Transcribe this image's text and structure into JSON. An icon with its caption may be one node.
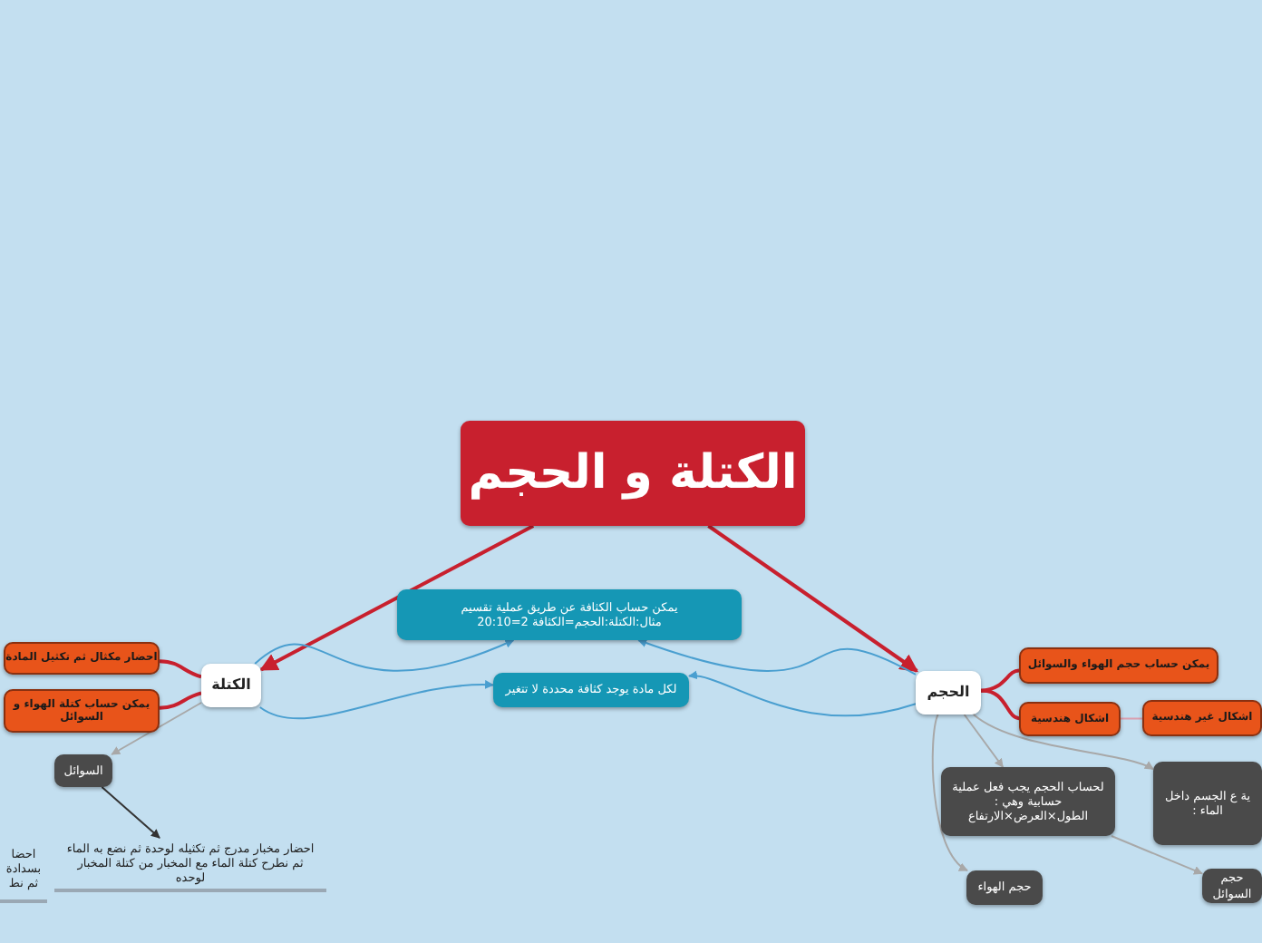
{
  "diagram": {
    "nodes": [
      {
        "text": [
          "الكتلة و الحجم"
        ]
      },
      {
        "text": [
          "الكتلة"
        ]
      },
      {
        "text": [
          "الحجم"
        ]
      },
      {
        "text": [
          "يمكن حساب الكثافة عن طريق عملية تقسيم مثال:الكتلة:الحجم=الكثافة 2=20:10"
        ]
      },
      {
        "text": [
          "لكل مادة يوجد كثافة محددة لا تتغير"
        ]
      },
      {
        "text": [
          "احضار مكثال ثم تكثيل المادة"
        ]
      },
      {
        "text": [
          "يمكن حساب كتلة الهواء و السوائل"
        ]
      },
      {
        "text": [
          "السوائل"
        ]
      },
      {
        "text": [
          "احضار مخبار مدرج ثم تكثيله لوحدة ثم نضع به الماء ثم نطرح كتلة الماء مع المخبار من كتلة المخبار لوحده"
        ]
      },
      {
        "text": [
          "احضا بسدادة ثم نط"
        ]
      },
      {
        "text": [
          "يمكن حساب حجم الهواء والسوائل"
        ]
      },
      {
        "text": [
          "اشكال هندسية"
        ]
      },
      {
        "text": [
          "اشكال غير هندسية"
        ]
      },
      {
        "text": [
          "لحساب الحجم يجب فعل عملية حسابية وهي : الطول×العرض×الارتفاع"
        ]
      },
      {
        "text": [
          "حجم الهواء"
        ]
      },
      {
        "text": [
          "ية ع الجسم داخل الماء :"
        ]
      },
      {
        "text": [
          "حجم السوائل"
        ]
      }
    ],
    "edges": [
      {
        "from": 0,
        "to": 1,
        "arrow": "to",
        "color": "#c8202e"
      },
      {
        "from": 0,
        "to": 2,
        "arrow": "to",
        "color": "#c8202e"
      },
      {
        "from": 1,
        "to": 5,
        "arrow": "none",
        "color": "#c8202e"
      },
      {
        "from": 1,
        "to": 6,
        "arrow": "none",
        "color": "#c8202e"
      },
      {
        "from": 2,
        "to": 10,
        "arrow": "none",
        "color": "#c8202e"
      },
      {
        "from": 2,
        "to": 11,
        "arrow": "none",
        "color": "#c8202e"
      },
      {
        "from": 11,
        "to": 12,
        "arrow": "none",
        "color": "#d9a0b0"
      },
      {
        "from": 1,
        "to": 3,
        "arrow": "to",
        "color": "#4a9fd0"
      },
      {
        "from": 2,
        "to": 3,
        "arrow": "to",
        "color": "#4a9fd0"
      },
      {
        "from": 1,
        "to": 4,
        "arrow": "to",
        "color": "#4a9fd0"
      },
      {
        "from": 2,
        "to": 4,
        "arrow": "to",
        "color": "#4a9fd0"
      },
      {
        "from": 1,
        "to": 7,
        "arrow": "to",
        "color": "#a8a8a8"
      },
      {
        "from": 7,
        "to": 8,
        "arrow": "to",
        "color": "#333333"
      },
      {
        "from": 2,
        "to": 13,
        "arrow": "to",
        "color": "#a8a8a8"
      },
      {
        "from": 2,
        "to": 14,
        "arrow": "to",
        "color": "#a8a8a8"
      },
      {
        "from": 2,
        "to": 15,
        "arrow": "to",
        "color": "#a8a8a8"
      },
      {
        "from": 13,
        "to": 16,
        "arrow": "to",
        "color": "#a8a8a8"
      }
    ]
  }
}
